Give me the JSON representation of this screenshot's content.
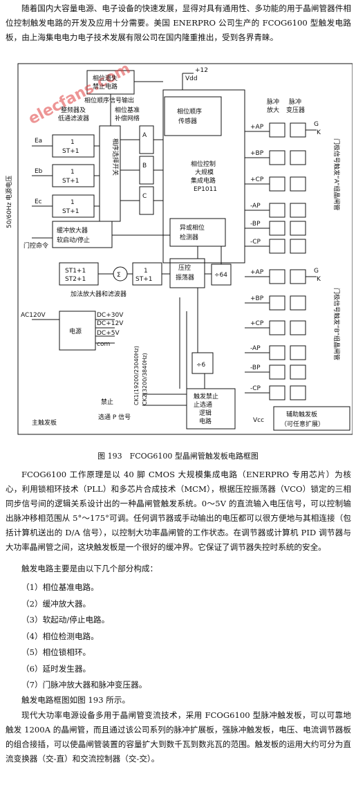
{
  "para1": "随着国内大容量电源、电子设备的快速发展，显得对具有通用性、多功能的用于晶闸管器件相位控制触发电路的开发及应用十分需要。美国 ENERPRO 公司生产的 FCOG6100 型触发电路板，由上海集电电力电子技术发展有限公司在国内隆重推出，受到各界青睐。",
  "diagram": {
    "watermark": "elecfans.com",
    "phase_loss": [
      "相位遗失",
      "禁止电路"
    ],
    "phase_signal": "相位顺序信号输出",
    "sine_filter": [
      "整频器及",
      "低通滤波器"
    ],
    "phase_ref": [
      "相位基准",
      "补偿网络"
    ],
    "phase_seq": [
      "相位顺序",
      "传感器"
    ],
    "vdd": "Vdd",
    "plus12": "+12",
    "pulse_amp": [
      "脉冲",
      "放大"
    ],
    "pulse_trans": [
      "脉冲",
      "变压器"
    ],
    "g": "G",
    "k": "K",
    "mains": "50/60Hz 电源电压",
    "ea": "Ea",
    "eb": "Eb",
    "ec": "Ec",
    "st": [
      "1",
      "ST+1"
    ],
    "sel_switch": "相序选择开关",
    "a": "A",
    "b": "B",
    "c": "C",
    "lsi": [
      "相位控制",
      "大规模",
      "集成电路",
      "EP1011"
    ],
    "buffer": [
      "缓冲放大器",
      "软启动/停止"
    ],
    "gate_cmd": "门控命令",
    "phase_det": [
      "异或相位",
      "检测器"
    ],
    "st12": [
      "ST1+1",
      "ST2+1"
    ],
    "sigma": "Σ",
    "vco": [
      "压控",
      "振荡器"
    ],
    "div64": "÷64",
    "add_amp": "加法放大器和滤波器",
    "ac120": "AC120V",
    "power": "电源",
    "dc30": "DC+30V",
    "dc12": "DC+12V",
    "dc5": "DC+5V",
    "com": "com",
    "div6": "÷6",
    "ck1": "CK1(19200/23040Hz)",
    "ck2": "CK2(3200/3840Hz)",
    "inhibit": "禁止",
    "select_p": "选通 P 信号",
    "main_board": "主触发板",
    "trigger_gate": [
      "触发禁止",
      "止选通",
      "逻辑",
      "电路"
    ],
    "vcc": "Vcc",
    "aux_board": [
      "辅助触发板",
      "（可任意扩展）"
    ],
    "group_a": "门极信号触发“A”组晶闸管",
    "group_b": "门极信号触发“B”组晶闸管",
    "channels": [
      "+AP",
      "+BP",
      "+CP",
      "-AP",
      "-BP",
      "-CP"
    ]
  },
  "caption": "图 193　FCOG6100 型晶闸管触发板电路框图",
  "para2": "FCOG6100 工作原理是以 40 脚 CMOS 大规模集成电路（ENERPRO 专用芯片）为核心，利用锁相环技术（PLL）和多芯片合成技术（MCM），根据压控振荡器（VCO）锁定的三相同步信号间的逻辑关系设计出的一种晶闸管触发系统。0～5V 的直流输入电压信号，可以控制输出脉冲移相范围从 5°～175°可调。任何调节器或手动输出的电压都可以很方便地与其相连接（包括计算机送出的 D/A 信号），以控制大功率晶闸管的工作状态。在调节器或计算机 PID 调节器与大功率晶闸管之间，这块触发板是一个很好的缓冲界。它保证了调节器失控时系统的安全。",
  "intro1": "触发电路主要是由以下几个部分构成：",
  "items": [
    "（1）相位基准电路。",
    "（2）缓冲放大器。",
    "（3）软起动/停止电路。",
    "（4）相位检测电路。",
    "（5）相位锁相环。",
    "（6）延时发生器。",
    "（7）门脉冲放大器和脉冲变压器。"
  ],
  "intro2": "触发电路框图如图 193 所示。",
  "para3": "现代大功率电源设备多用于晶闸管变流技术，采用 FCOG6100 型脉冲触发板，可以可靠地触发 1200A 的晶闸管，而且通过该公司系列的脉冲扩展板，强脉冲触发板，电压、电流调节器板的组合接插，可以使晶闸管装置的容量扩大到数千瓦到数兆瓦的范围。触发板的运用大约可分为直流变换器（交-直）和交流控制器（交-交）。"
}
